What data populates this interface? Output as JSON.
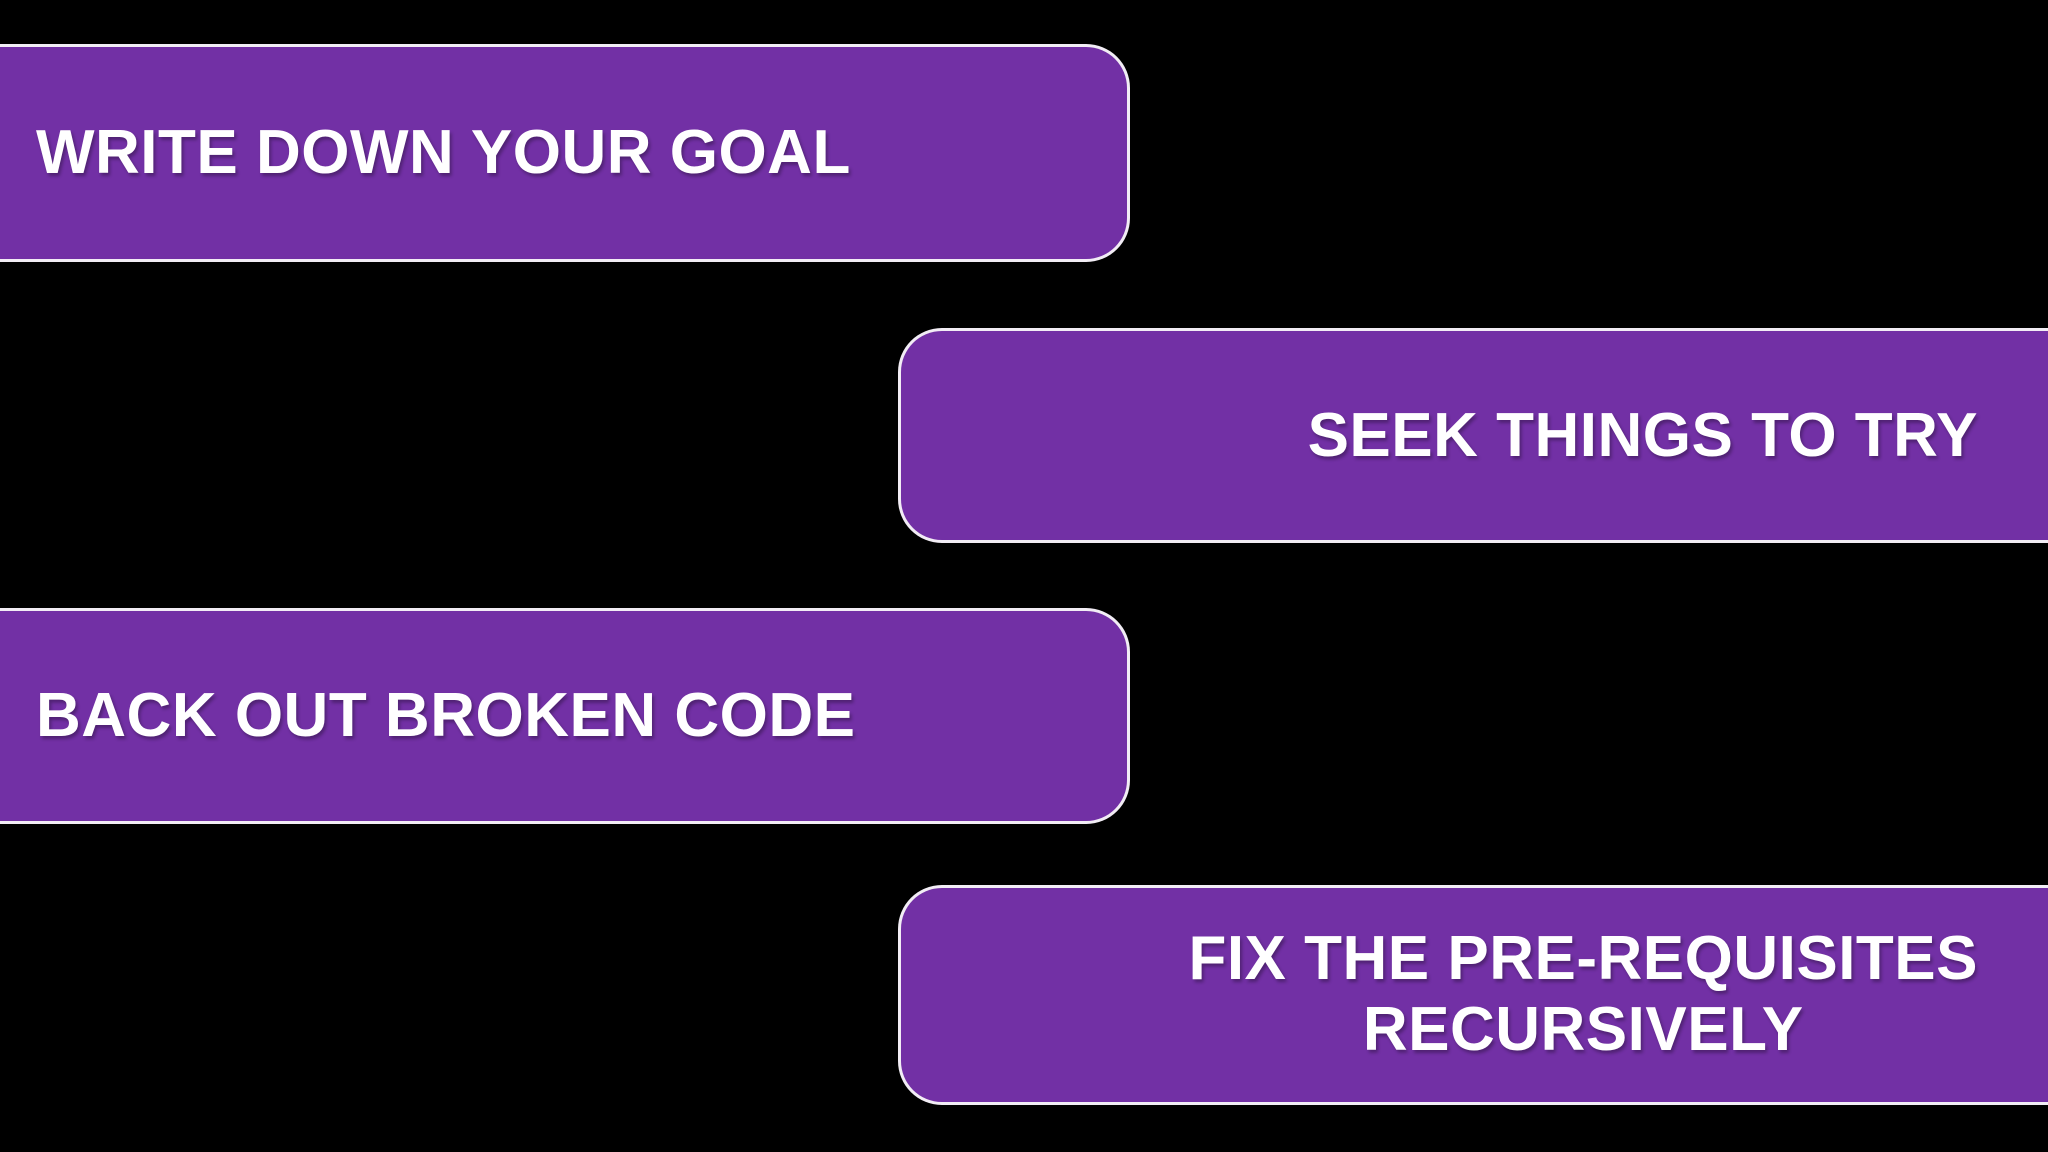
{
  "slide": {
    "background_color": "#000000",
    "accent_color": "#7230A5",
    "border_color": "#F2EDF5",
    "text_color": "#FFFFFF",
    "steps": [
      {
        "id": "write-down-your-goal",
        "label": "WRITE DOWN YOUR GOAL",
        "align": "left",
        "order": 1
      },
      {
        "id": "seek-things-to-try",
        "label": "SEEK THINGS TO TRY",
        "align": "right",
        "order": 2
      },
      {
        "id": "back-out-broken-code",
        "label": "BACK OUT BROKEN CODE",
        "align": "left",
        "order": 3
      },
      {
        "id": "fix-the-pre-requisites-recursively",
        "label": "FIX THE PRE-REQUISITES\nRECURSIVELY",
        "align": "right",
        "order": 4
      }
    ]
  }
}
